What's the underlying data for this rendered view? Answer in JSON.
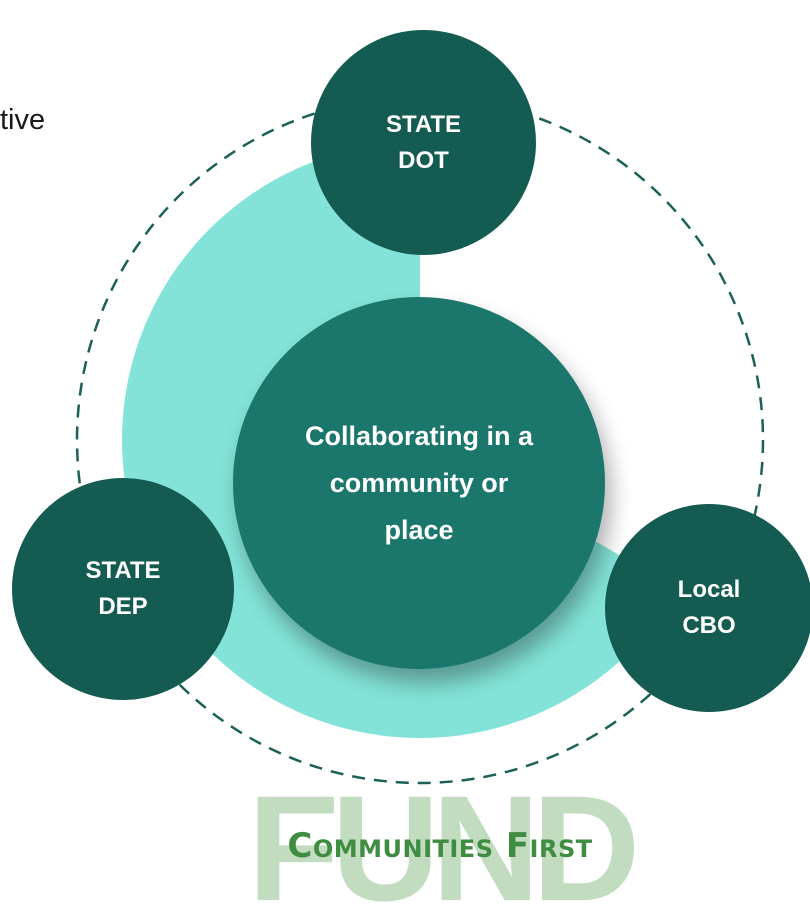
{
  "page": {
    "cut_text": "tive"
  },
  "center": {
    "label": "Collaborating in a community or place"
  },
  "nodes": {
    "top": {
      "line1": "STATE",
      "line2": "DOT"
    },
    "left": {
      "line1": "STATE",
      "line2": "DEP"
    },
    "right": {
      "line1": "Local",
      "line2": "CBO"
    }
  },
  "logo": {
    "word": "FUND",
    "title": "Communities First"
  },
  "colors": {
    "node_fill": "#145b52",
    "center_fill": "#1b766c",
    "ring_fill": "#83e3d8",
    "dashed_outline": "#1b6157",
    "logo_word": "#c2dcc0",
    "logo_title": "#3f8d40"
  }
}
